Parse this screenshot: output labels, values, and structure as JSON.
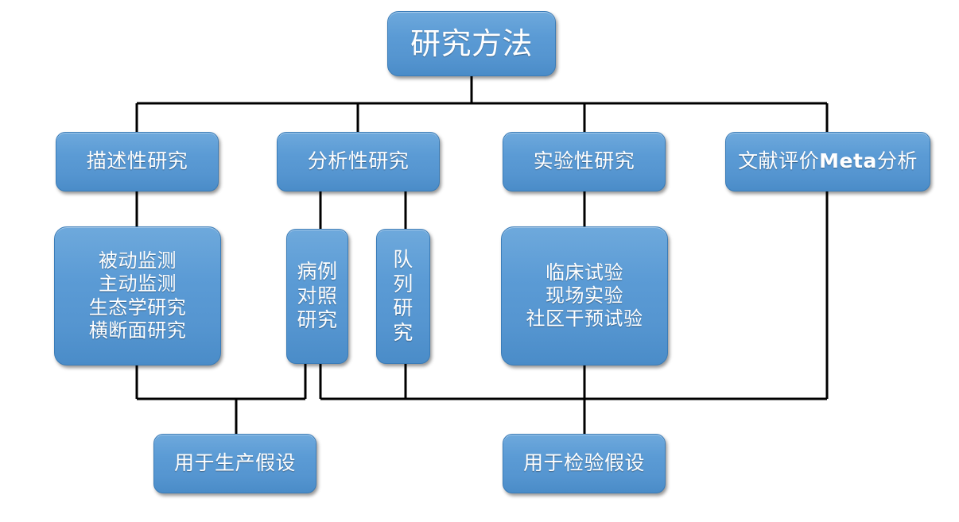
{
  "diagram": {
    "title_node": {
      "label": "研究方法"
    },
    "level2": [
      {
        "id": "descriptive",
        "label": "描述性研究"
      },
      {
        "id": "analytical",
        "label": "分析性研究"
      },
      {
        "id": "experimental",
        "label": "实验性研究"
      },
      {
        "id": "meta",
        "label": "文献评价Meta分析",
        "label_plain": "文献评价",
        "label_bold": "Meta",
        "label_tail": "分析"
      }
    ],
    "level3": [
      {
        "id": "descriptive-sub",
        "label": "被动监测\n主动监测\n生态学研究\n横断面研究"
      },
      {
        "id": "case-control",
        "label": "病例\n对照\n研究"
      },
      {
        "id": "cohort",
        "label": "队\n列\n研\n究"
      },
      {
        "id": "experimental-sub",
        "label": "临床试验\n现场实验\n社区干预试验"
      }
    ],
    "outcomes": [
      {
        "id": "generate-hypothesis",
        "label": "用于生产假设"
      },
      {
        "id": "test-hypothesis",
        "label": "用于检验假设"
      }
    ],
    "colors": {
      "node_fill": "#5b9bd5",
      "node_border": "#3a7cb8",
      "node_text": "#ffffff",
      "connector": "#000000",
      "background": "#ffffff"
    }
  }
}
